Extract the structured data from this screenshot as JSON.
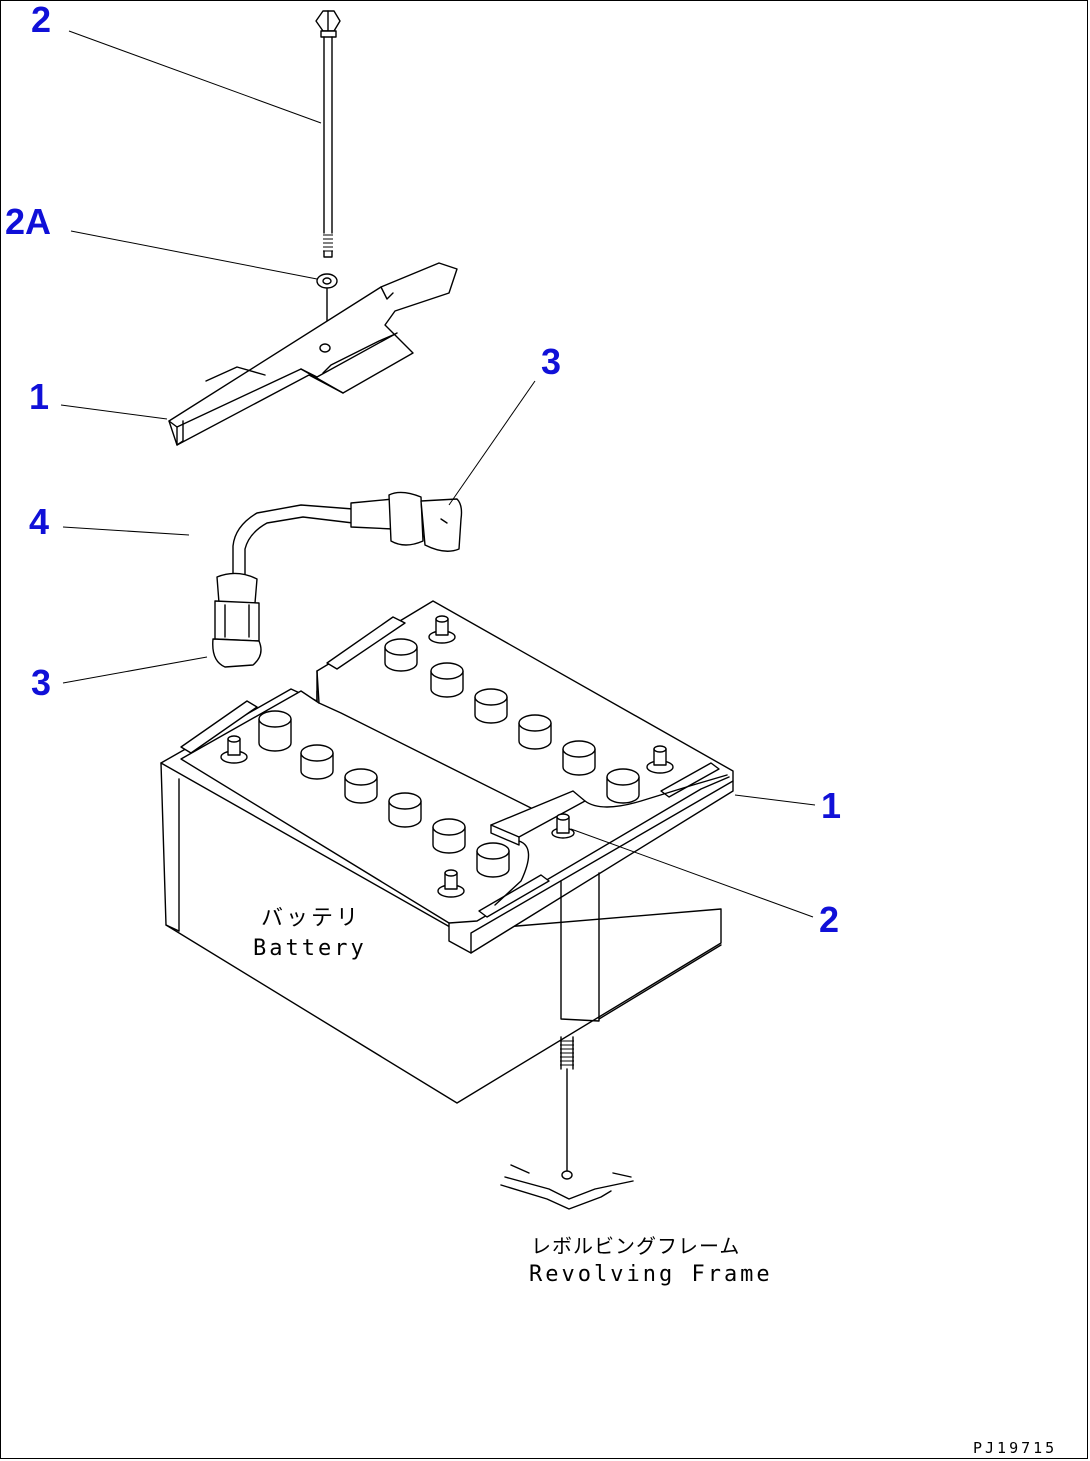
{
  "callouts": {
    "top_bolt": "2",
    "washer": "2A",
    "hold_bracket_top": "1",
    "cable_end_upper": "3",
    "cable": "4",
    "cable_end_lower": "3",
    "hold_bracket_right": "1",
    "bottom_bolt": "2"
  },
  "labels": {
    "battery_jp": "バッテリ",
    "battery_en": "Battery",
    "frame_jp": "レボルビングフレーム",
    "frame_en": "Revolving Frame"
  },
  "drawing_code": "PJ19715",
  "colors": {
    "callout": "#1010d8",
    "line": "#000000",
    "background": "#ffffff"
  }
}
